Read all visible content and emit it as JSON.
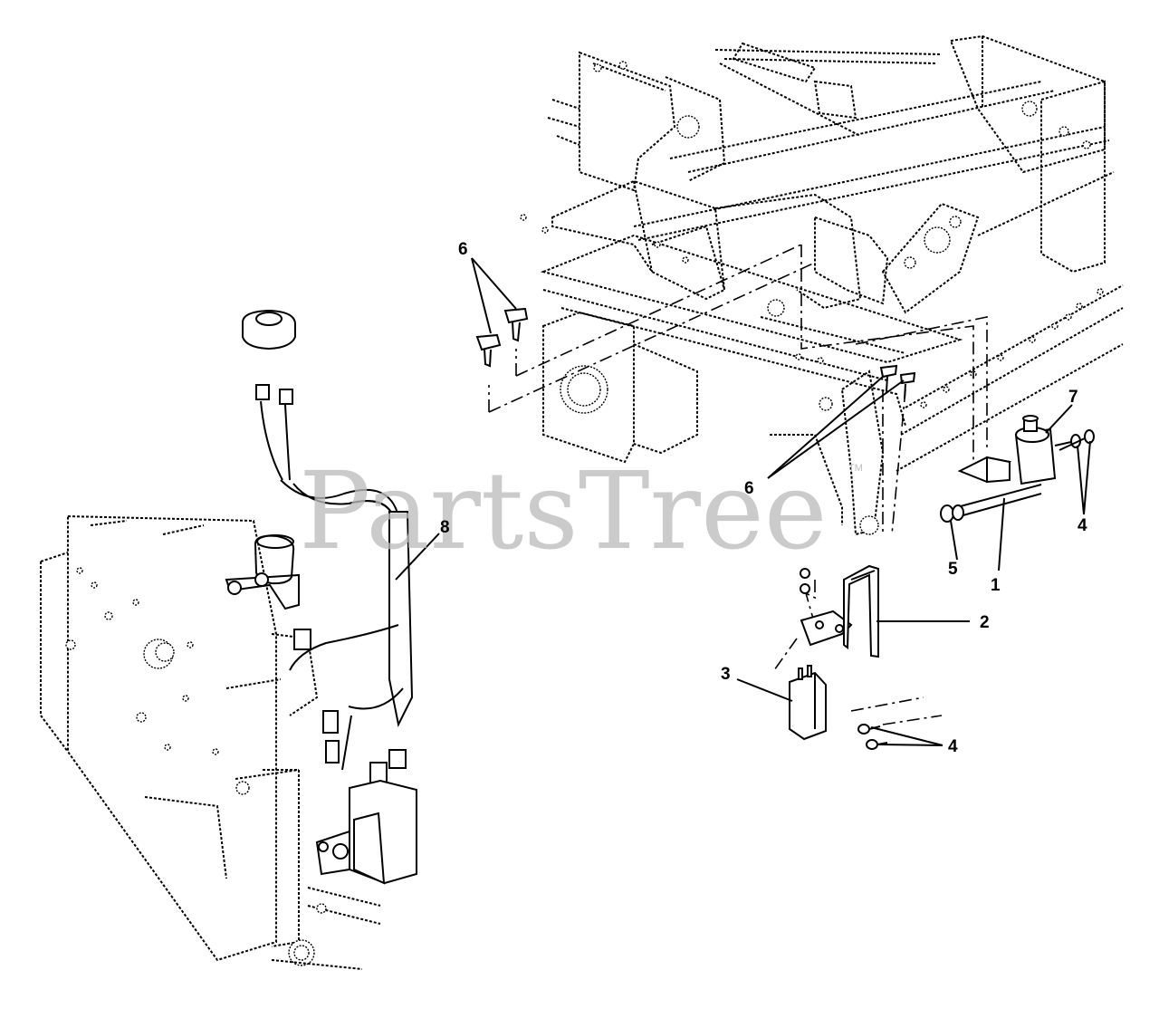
{
  "watermark": {
    "text": "PartsTree",
    "mark": "TM"
  },
  "callouts": [
    {
      "id": "6a",
      "label": "6"
    },
    {
      "id": "6b",
      "label": "6"
    },
    {
      "id": "7",
      "label": "7"
    },
    {
      "id": "4a",
      "label": "4"
    },
    {
      "id": "5",
      "label": "5"
    },
    {
      "id": "1",
      "label": "1"
    },
    {
      "id": "8",
      "label": "8"
    },
    {
      "id": "2",
      "label": "2"
    },
    {
      "id": "3",
      "label": "3"
    },
    {
      "id": "4b",
      "label": "4"
    }
  ]
}
